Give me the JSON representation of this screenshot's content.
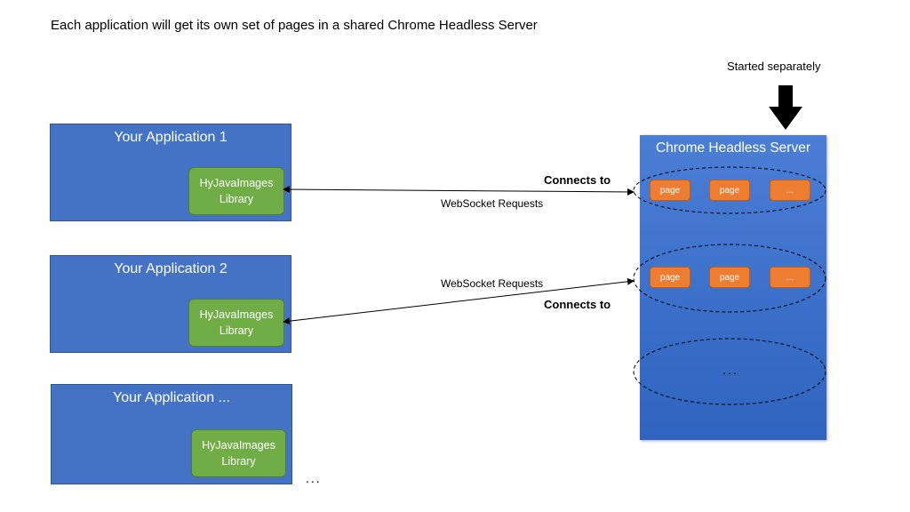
{
  "heading": "Each application will get its own set of pages in a shared Chrome Headless Server",
  "started_label": "Started separately",
  "applications": [
    {
      "title": "Your Application 1",
      "lib_line1": "HyJavaImages",
      "lib_line2": "Library"
    },
    {
      "title": "Your Application 2",
      "lib_line1": "HyJavaImages",
      "lib_line2": "Library"
    },
    {
      "title": "Your Application ...",
      "lib_line1": "HyJavaImages",
      "lib_line2": "Library"
    }
  ],
  "more_apps": "...",
  "server": {
    "title": "Chrome Headless Server",
    "group1": [
      "page",
      "page",
      "..."
    ],
    "group2": [
      "page",
      "page",
      "..."
    ],
    "group3": "..."
  },
  "connections": [
    {
      "connects": "Connects to",
      "requests": "WebSocket Requests"
    },
    {
      "connects": "Connects to",
      "requests": "WebSocket Requests"
    }
  ],
  "colors": {
    "app": "#4472c4",
    "library": "#70ad47",
    "server": "#2e63bf",
    "page": "#ed7d31"
  }
}
